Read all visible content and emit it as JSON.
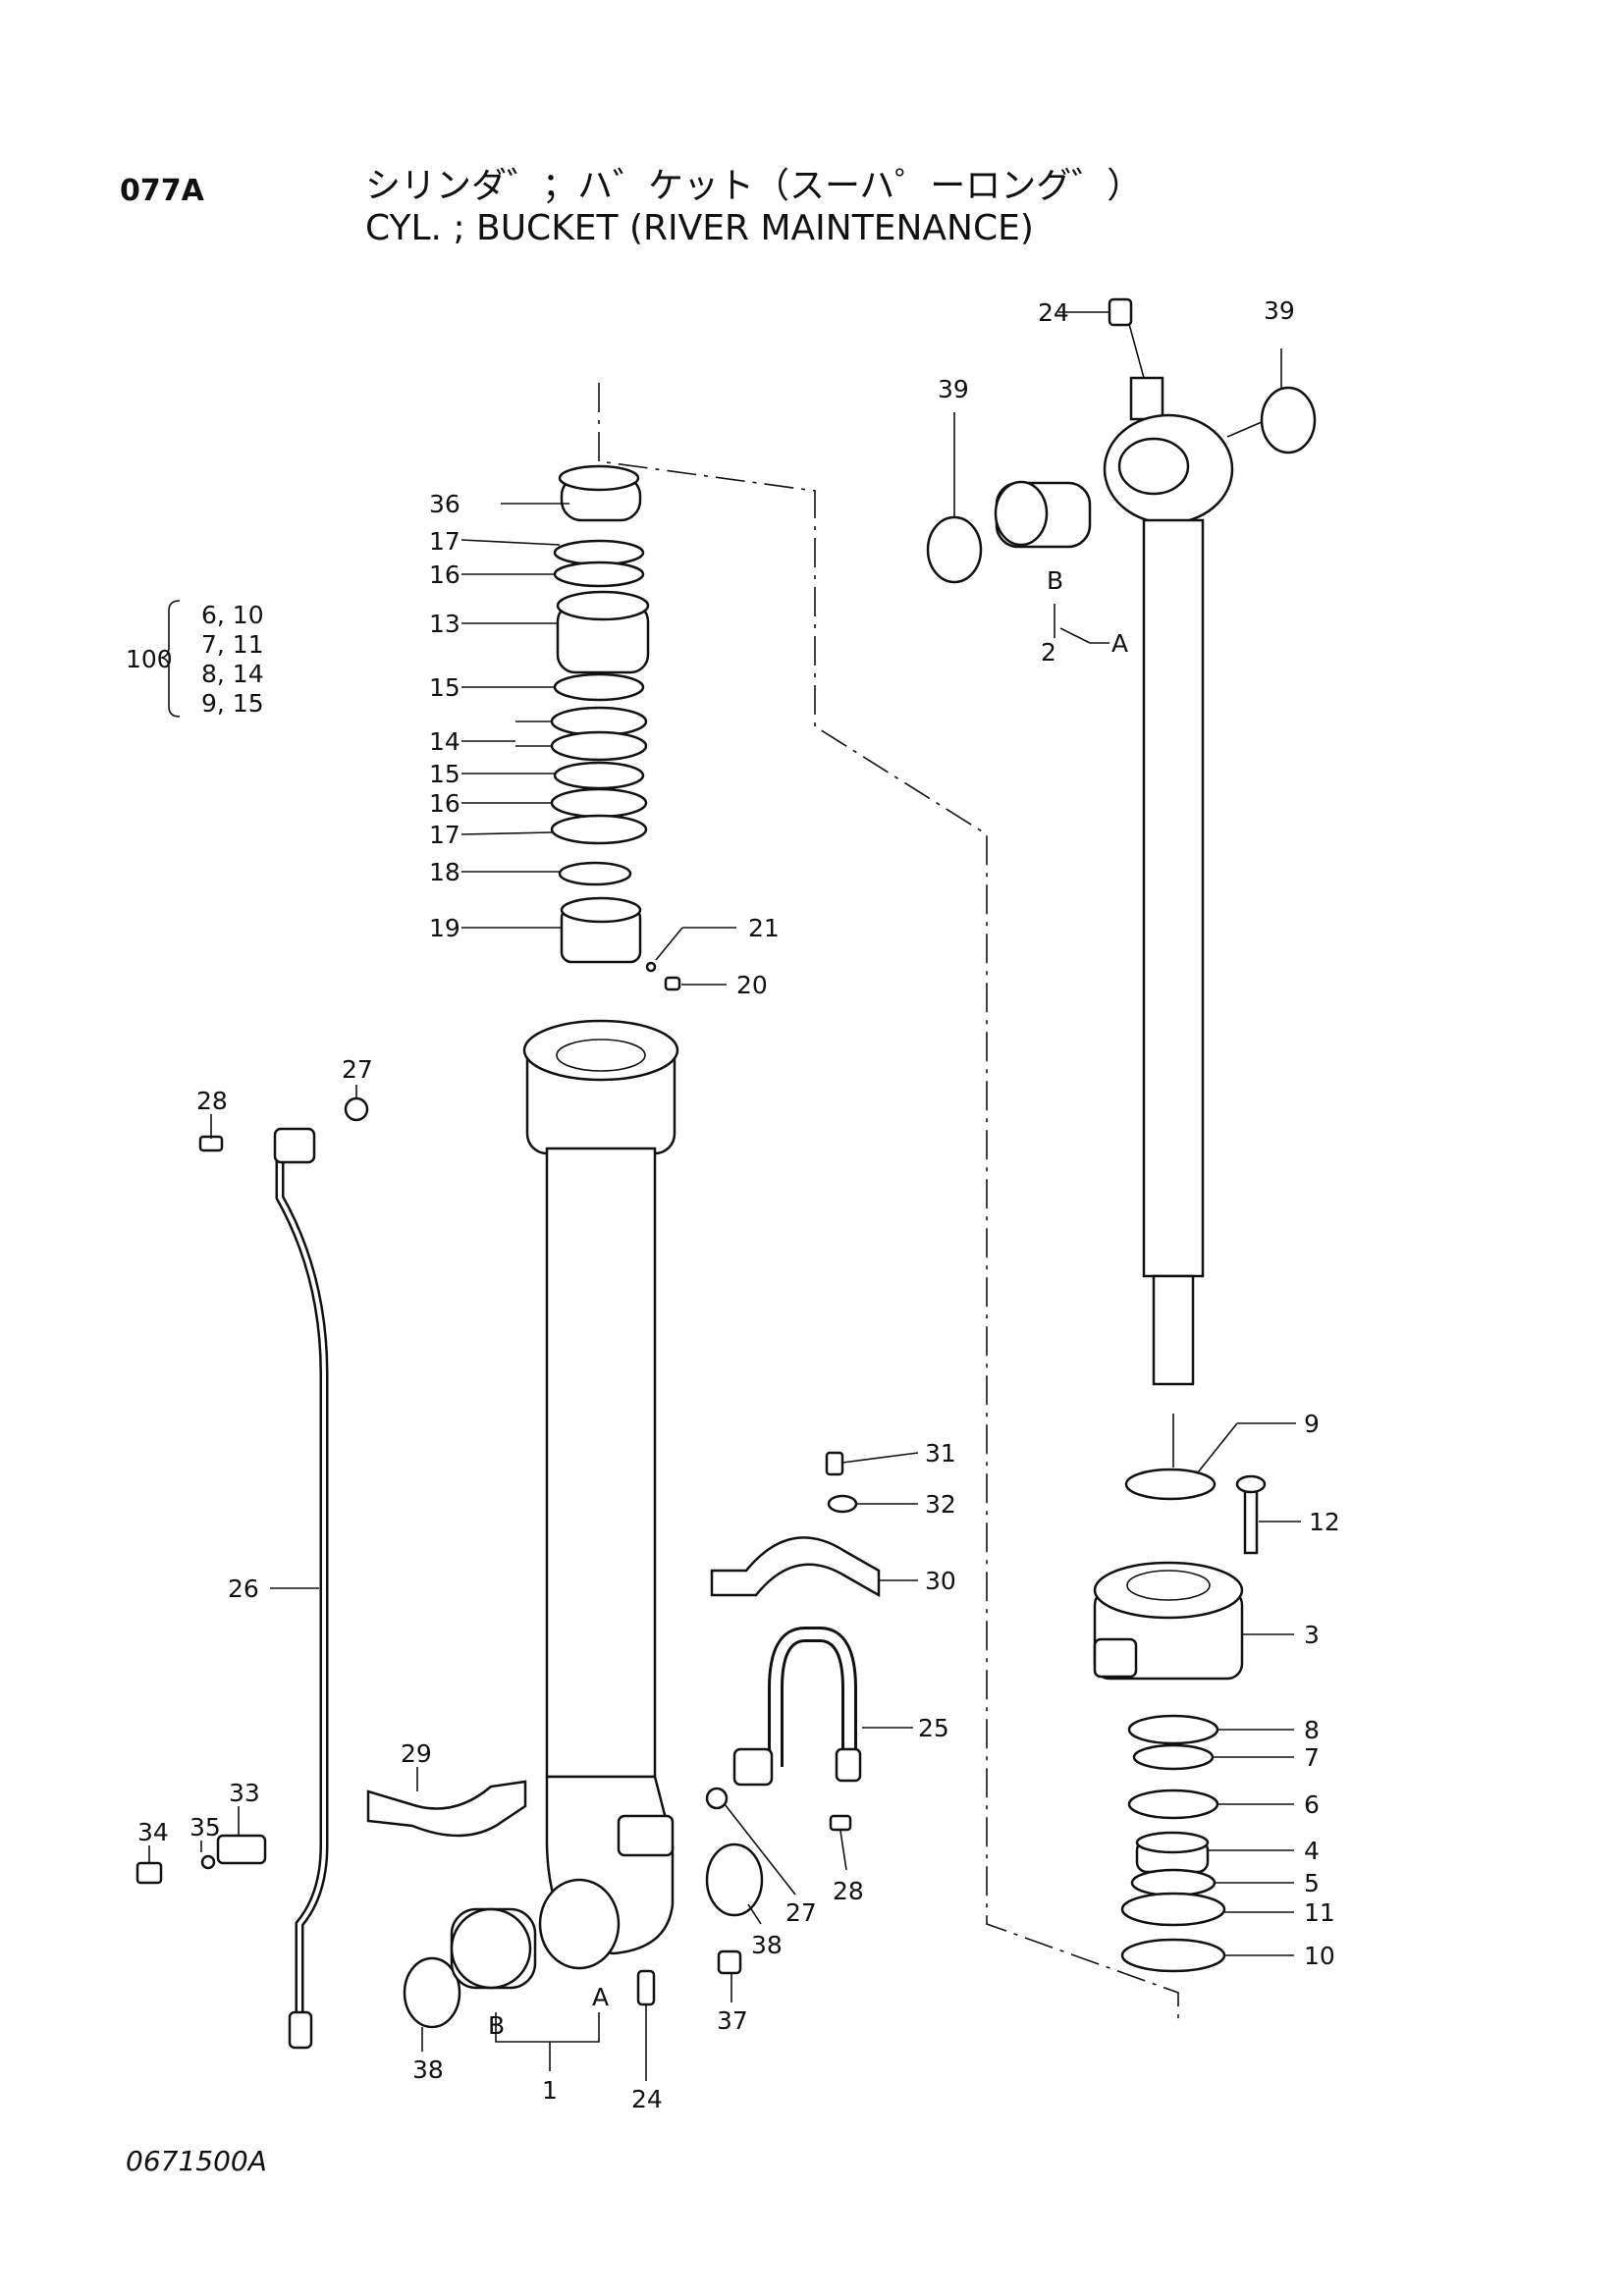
{
  "header": {
    "page_code": "077A",
    "title_jp": "シリンダ゛；ハ゛ケット（スーハ゜ーロング゛）",
    "title_en": "CYL. ; BUCKET (RIVER  MAINTENANCE)"
  },
  "kit": {
    "number": "100",
    "rows": [
      "6, 10",
      "7, 11",
      "8, 14",
      "9, 15"
    ]
  },
  "callouts": [
    "36",
    "17",
    "16",
    "13",
    "15",
    "14",
    "15",
    "16",
    "17",
    "18",
    "19",
    "21",
    "20",
    "28",
    "27",
    "26",
    "29",
    "33",
    "35",
    "34",
    "38",
    "B",
    "A",
    "1",
    "24",
    "37",
    "27",
    "28",
    "38",
    "31",
    "32",
    "30",
    "25",
    "24",
    "39",
    "39",
    "B",
    "2",
    "A",
    "9",
    "12",
    "3",
    "8",
    "7",
    "6",
    "4",
    "5",
    "11",
    "10"
  ],
  "footer": {
    "drawing_code": "0671500A"
  }
}
